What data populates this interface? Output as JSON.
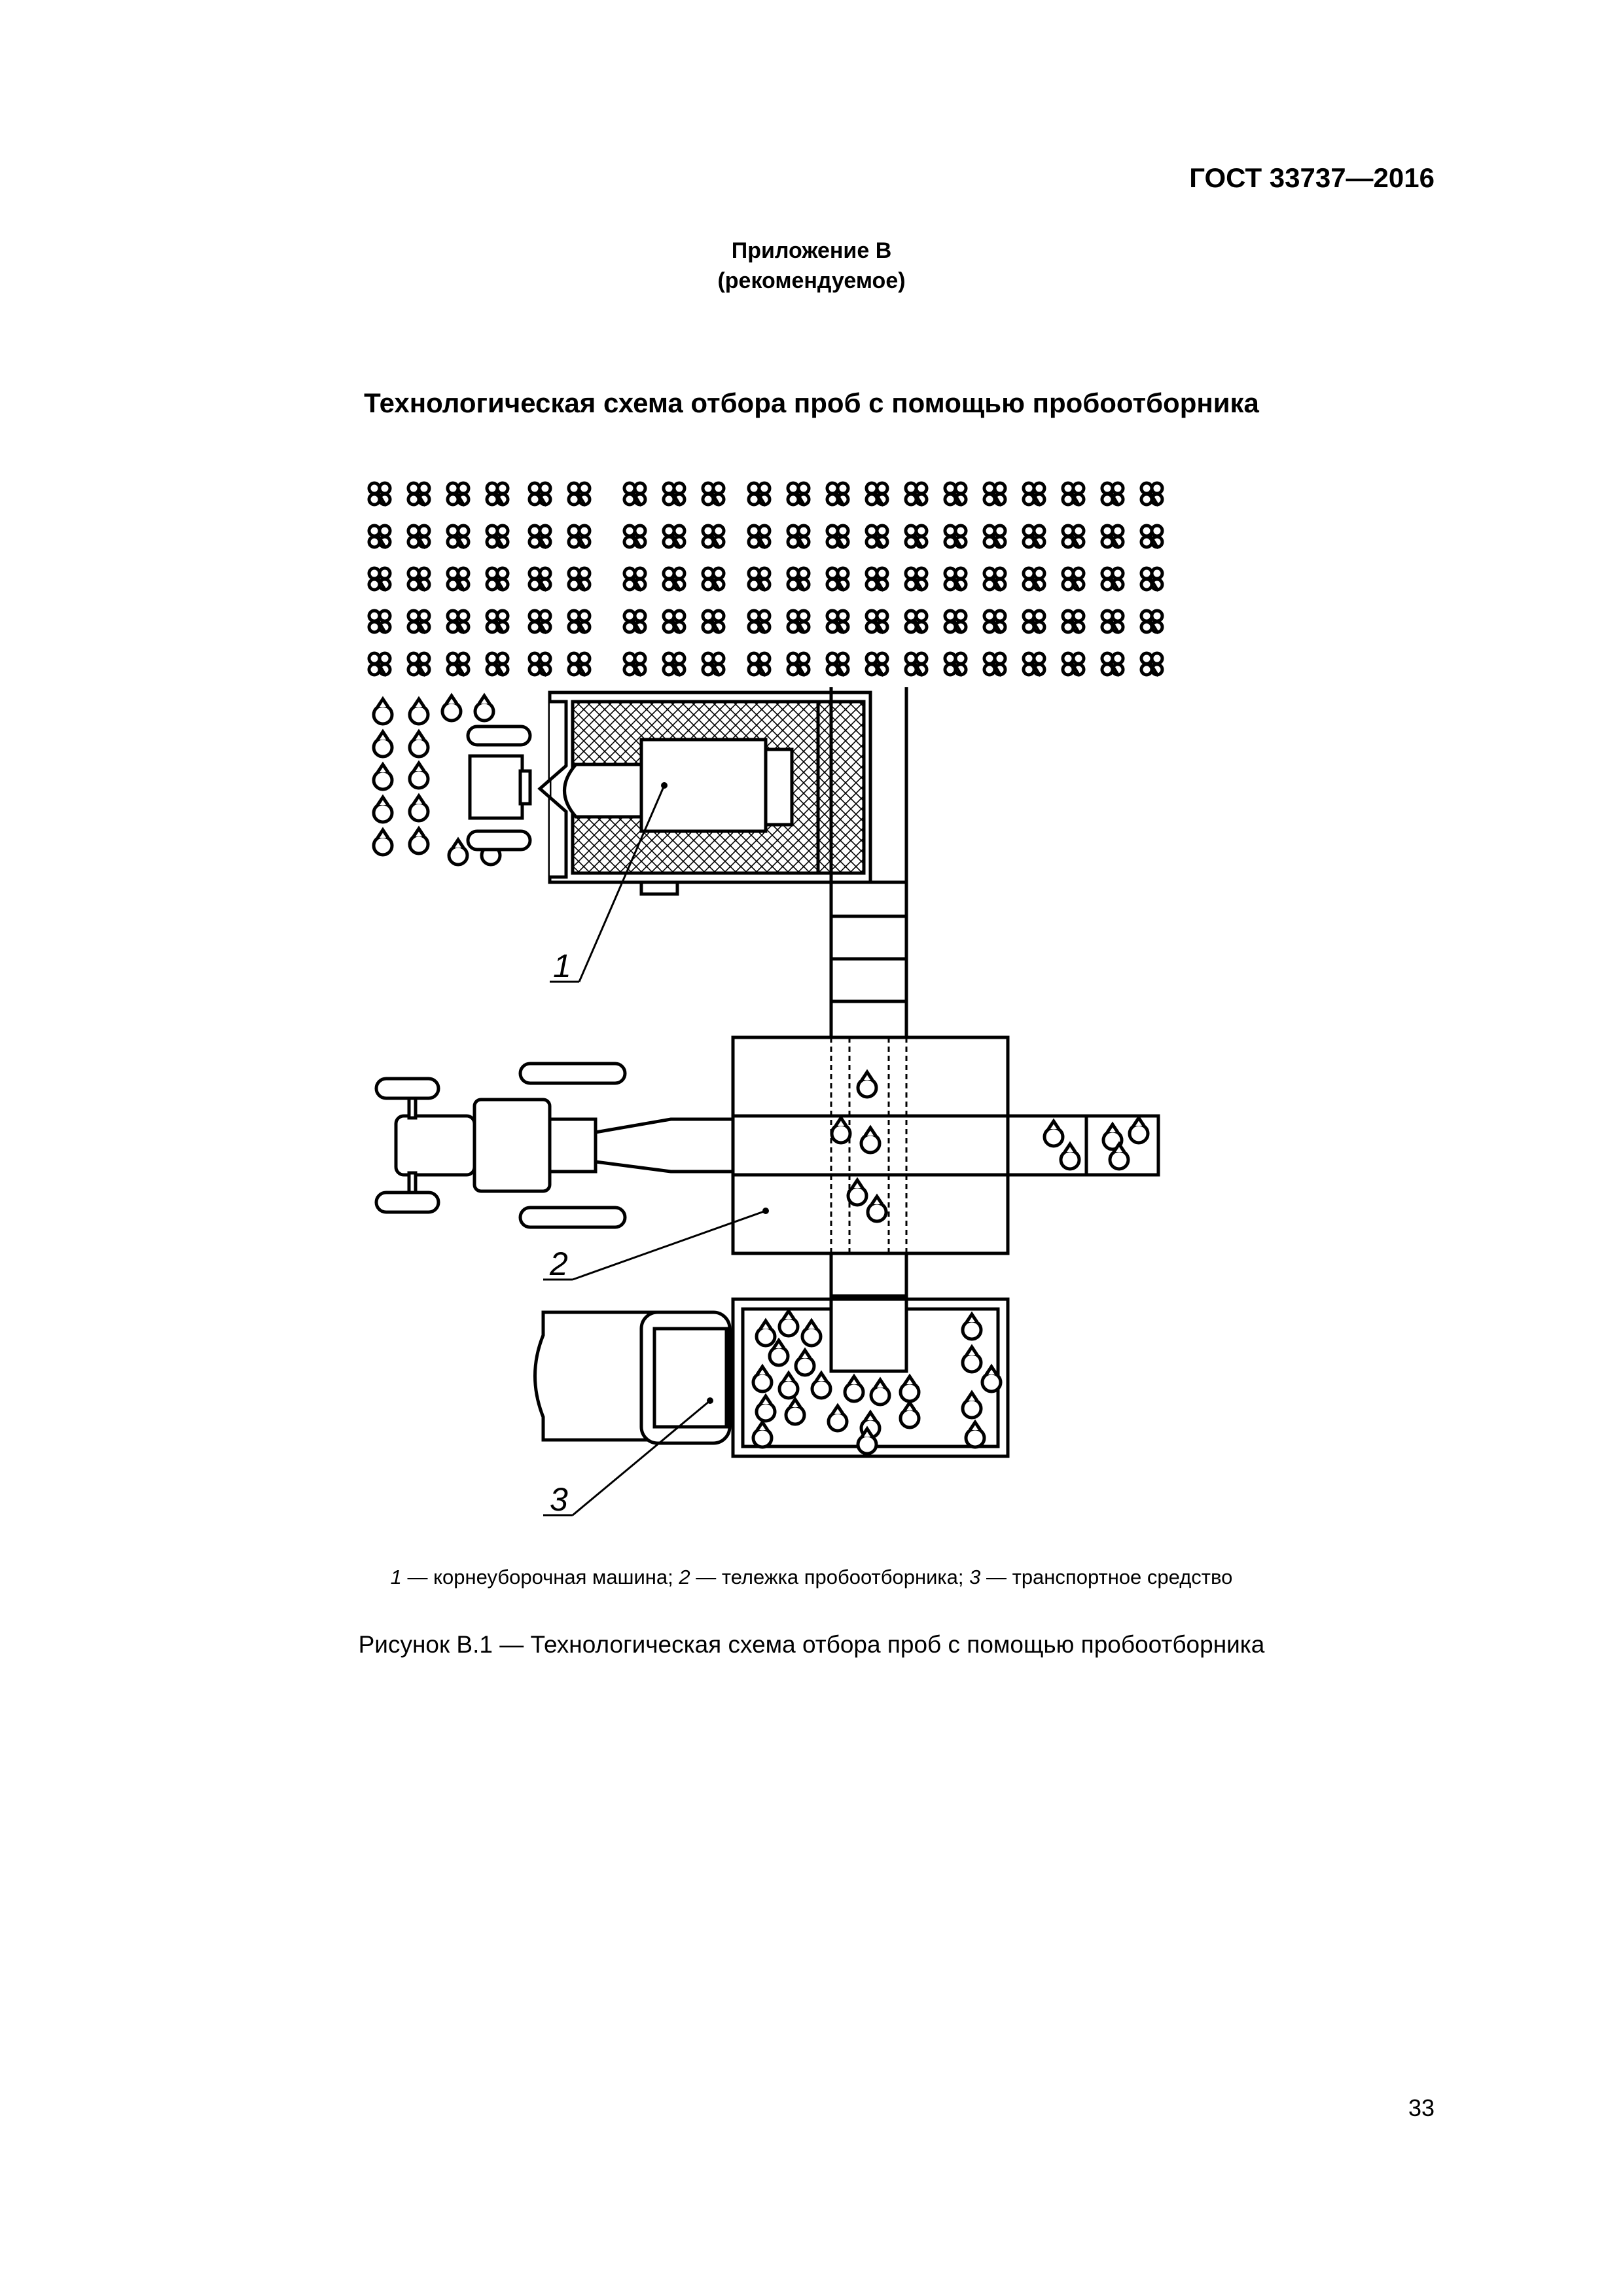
{
  "header": {
    "doc_code": "ГОСТ 33737—2016"
  },
  "appendix": {
    "title": "Приложение В",
    "status": "(рекомендуемое)"
  },
  "section_title": "Технологическая схема отбора проб с помощью пробоотборника",
  "figure": {
    "callouts": [
      "1",
      "2",
      "3"
    ],
    "legend": {
      "n1": "1",
      "t1": " — корнеуборочная машина; ",
      "n2": "2",
      "t2": " — тележка пробоотборника; ",
      "n3": "3",
      "t3": " — транспортное средство"
    },
    "caption": "Рисунок В.1 — Технологическая схема отбора проб с помощью пробоотборника"
  },
  "page_number": "33"
}
